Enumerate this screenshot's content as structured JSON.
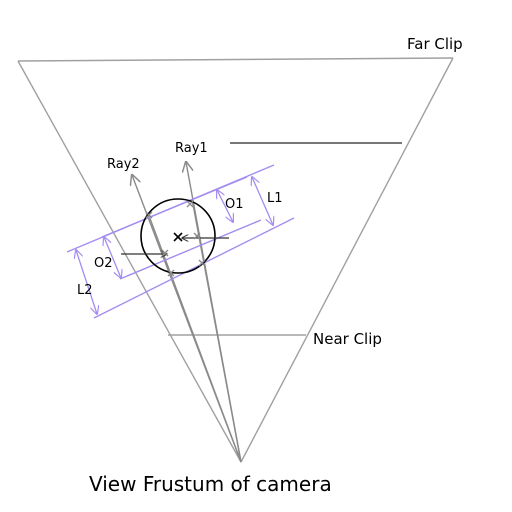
{
  "labels": {
    "far_clip": "Far Clip",
    "near_clip": "Near Clip",
    "ray1": "Ray1",
    "ray2": "Ray2",
    "o1": "O1",
    "o2": "O2",
    "l1": "L1",
    "l2": "L2",
    "caption": "View Frustum of camera"
  },
  "colors": {
    "frustum": "#a0a0a0",
    "ray": "#8a8a8a",
    "sphere": "#000000",
    "dimension": "#a58cf0",
    "arrow": "#333333",
    "horizon": "#4a4a4a"
  }
}
